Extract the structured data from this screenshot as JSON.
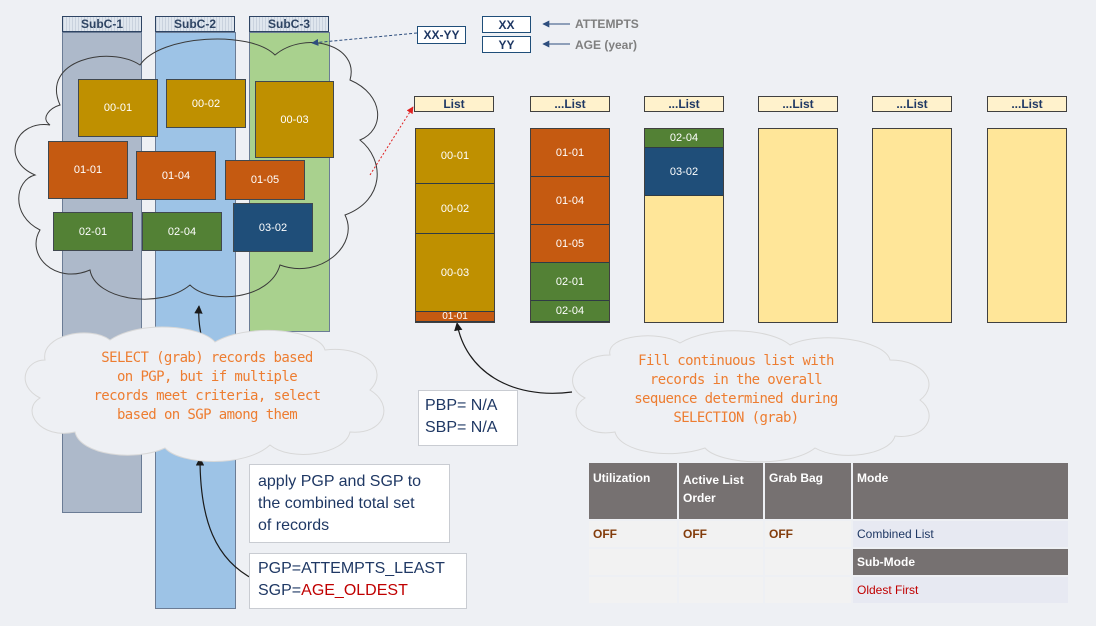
{
  "columns": [
    "SubC-1",
    "SubC-2",
    "SubC-3"
  ],
  "pool_records": [
    "00-01",
    "00-02",
    "00-03",
    "01-01",
    "01-04",
    "01-05",
    "02-01",
    "02-04",
    "03-02"
  ],
  "key": {
    "record_label": "XX-YY",
    "xx": "XX",
    "yy": "YY",
    "xx_meaning": "ATTEMPTS",
    "yy_meaning": "AGE (year)"
  },
  "lists": [
    {
      "title": "List",
      "records": [
        "00-01",
        "00-02",
        "00-03",
        "01-01"
      ]
    },
    {
      "title": "...List",
      "records": [
        "01-01",
        "01-04",
        "01-05",
        "02-01",
        "02-04"
      ]
    },
    {
      "title": "...List",
      "records": [
        "02-04",
        "03-02"
      ]
    },
    {
      "title": "...List",
      "records": []
    },
    {
      "title": "...List",
      "records": []
    },
    {
      "title": "...List",
      "records": []
    }
  ],
  "select_cloud": [
    "SELECT (grab) records based",
    "on PGP, but if multiple",
    "records meet criteria, select",
    "based on SGP among them"
  ],
  "fill_cloud": [
    "Fill continuous list with",
    "records in the overall",
    "sequence determined during",
    "SELECTION (grab)"
  ],
  "pbp_sbp": [
    "PBP= N/A",
    "SBP= N/A"
  ],
  "apply_note": [
    "apply PGP and SGP to",
    "the combined total set",
    "of records"
  ],
  "pgp": "PGP=ATTEMPTS_LEAST",
  "sgp_prefix": "SGP=",
  "sgp_value": "AGE_OLDEST",
  "mode_table": {
    "headers": [
      "Utilization",
      "Active List Order",
      "Grab Bag",
      "Mode"
    ],
    "values": [
      "OFF",
      "OFF",
      "OFF",
      "Combined List"
    ],
    "submode_header": "Sub-Mode",
    "submode_value": "Oldest First"
  },
  "colors": {
    "gold": "#bf9000",
    "orange": "#c55a11",
    "green": "#538135",
    "navy": "#1f4e79",
    "cloud_text": "#ed7d31",
    "list_fill": "#ffe699"
  }
}
